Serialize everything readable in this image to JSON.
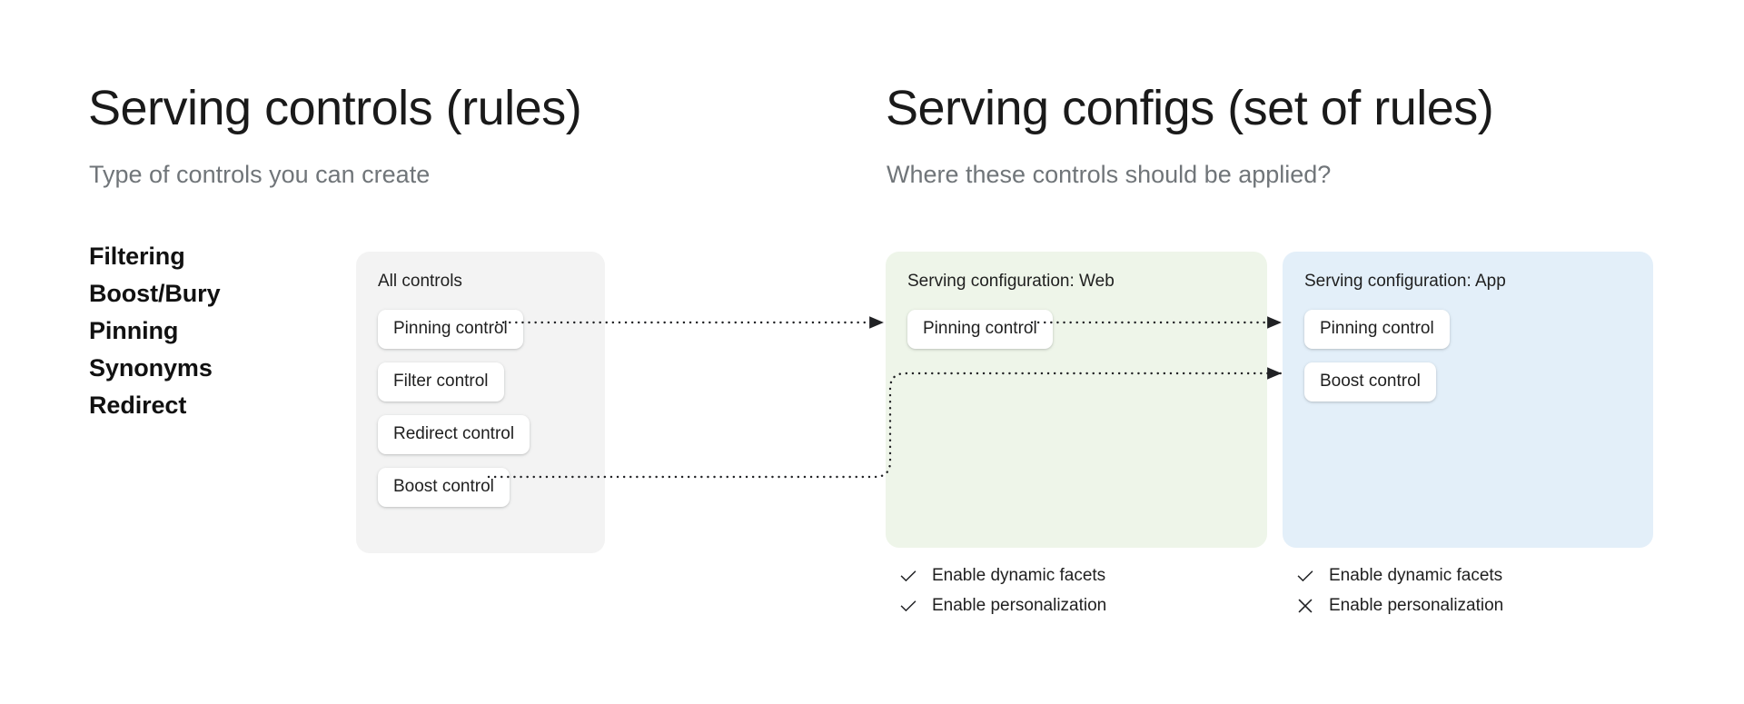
{
  "left_panel": {
    "heading": "Serving controls (rules)",
    "subheading": "Type of controls you can create",
    "control_types": [
      "Filtering",
      "Boost/Bury",
      "Pinning",
      "Synonyms",
      "Redirect"
    ]
  },
  "right_panel": {
    "heading": "Serving configs (set of rules)",
    "subheading": "Where these controls should be applied?"
  },
  "cards": {
    "all_controls": {
      "title": "All controls",
      "background": "#f3f3f3",
      "chips": [
        "Pinning control",
        "Filter control",
        "Redirect control",
        "Boost control"
      ]
    },
    "config_web": {
      "title": "Serving configuration: Web",
      "background": "#eef5e9",
      "chips": [
        "Pinning control"
      ],
      "options": [
        {
          "icon": "check-icon",
          "label": "Enable dynamic facets",
          "state": "enabled"
        },
        {
          "icon": "check-icon",
          "label": "Enable personalization",
          "state": "enabled"
        }
      ]
    },
    "config_app": {
      "title": "Serving configuration: App",
      "background": "#e3eff9",
      "chips": [
        "Pinning control",
        "Boost control"
      ],
      "options": [
        {
          "icon": "check-icon",
          "label": "Enable dynamic facets",
          "state": "enabled"
        },
        {
          "icon": "cross-icon",
          "label": "Enable personalization",
          "state": "disabled"
        }
      ]
    }
  },
  "connectors": [
    {
      "name": "pinning-all-to-web",
      "from": "all_controls.Pinning control",
      "to": "config_web.Pinning control",
      "style": "dotted-arrow"
    },
    {
      "name": "pinning-web-to-app",
      "from": "config_web.Pinning control",
      "to": "config_app.Pinning control",
      "style": "dotted-arrow"
    },
    {
      "name": "boost-all-to-app",
      "from": "all_controls.Boost control",
      "to": "config_app.Boost control",
      "style": "dotted-arrow-elbow"
    }
  ],
  "colors": {
    "page_background": "#ffffff",
    "heading_text": "#1a1a1a",
    "subheading_text": "#707579",
    "chip_background": "#ffffff",
    "connector": "#202124"
  }
}
